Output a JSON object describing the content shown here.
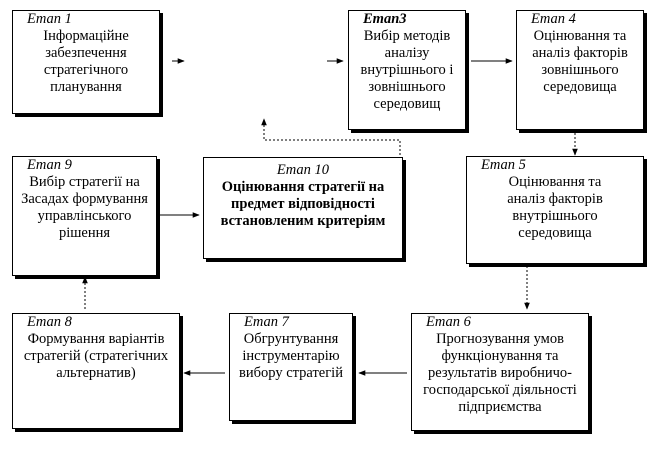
{
  "stages": [
    {
      "id": "s1",
      "label": "Етап 1",
      "text": "Інформаційне забезпечення стратегічного планування"
    },
    {
      "id": "s3",
      "label": "Етап3",
      "text": "Вибір методів аналізу внутрішнього і зовнішнього середовищ"
    },
    {
      "id": "s4",
      "label": "Етап 4",
      "text": "Оцінювання та аналіз факторів зовнішнього середовища"
    },
    {
      "id": "s9",
      "label": "Етап 9",
      "text": "Вибір стратегії на Засадах формування управлінського рішення"
    },
    {
      "id": "s10",
      "label": "Етап 10",
      "text": "Оцінювання стратегії на предмет відповідності встановленим критеріям"
    },
    {
      "id": "s5",
      "label": "Етап 5",
      "text": "Оцінювання та аналіз факторів внутрішнього середовища"
    },
    {
      "id": "s8",
      "label": "Етап 8",
      "text": "Формування варіантів стратегій (стратегічних альтернатив)"
    },
    {
      "id": "s7",
      "label": "Етап 7",
      "text": "Обгрунтування інструментарію вибору стратегій"
    },
    {
      "id": "s6",
      "label": "Етап 6",
      "text": "Прогнозування умов функціонування та результатів виробничо-господарської діяльності підприємства"
    }
  ]
}
